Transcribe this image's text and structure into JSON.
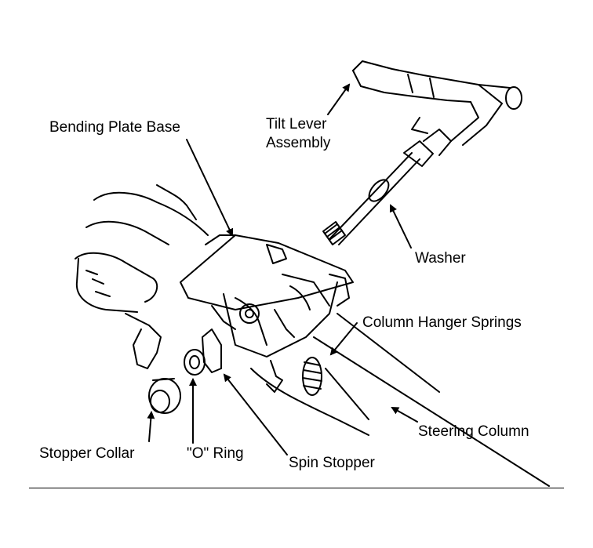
{
  "labels": {
    "bending_plate_base": "Bending Plate Base",
    "tilt_lever_line1": "Tilt Lever",
    "tilt_lever_line2": "Assembly",
    "washer": "Washer",
    "column_hanger_springs": "Column Hanger Springs",
    "steering_column": "Steering Column",
    "stopper_collar": "Stopper Collar",
    "o_ring": "\"O\" Ring",
    "spin_stopper": "Spin Stopper"
  },
  "colors": {
    "ink": "#000000",
    "paper": "#ffffff"
  }
}
